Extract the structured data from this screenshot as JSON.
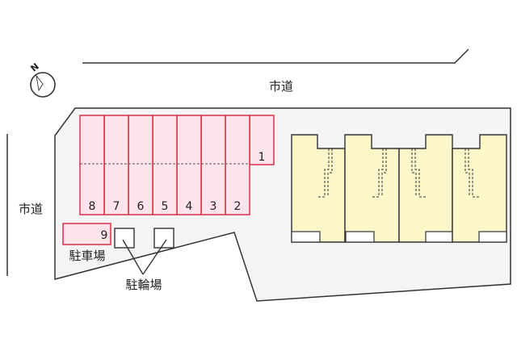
{
  "roads": {
    "top_label": "市道",
    "left_label": "市道"
  },
  "compass": {
    "label": "N",
    "icon": "north-arrow-icon"
  },
  "parking": {
    "label": "駐車場",
    "spaces": [
      {
        "label": "1"
      },
      {
        "label": "2"
      },
      {
        "label": "3"
      },
      {
        "label": "4"
      },
      {
        "label": "5"
      },
      {
        "label": "6"
      },
      {
        "label": "7"
      },
      {
        "label": "8"
      },
      {
        "label": "9"
      }
    ]
  },
  "bicycle_parking": {
    "label": "駐輪場"
  },
  "colors": {
    "parking_fill": "#fde3ea",
    "parking_stroke": "#d9304a",
    "building_fill": "#fbf7c8",
    "outline": "#333333"
  }
}
